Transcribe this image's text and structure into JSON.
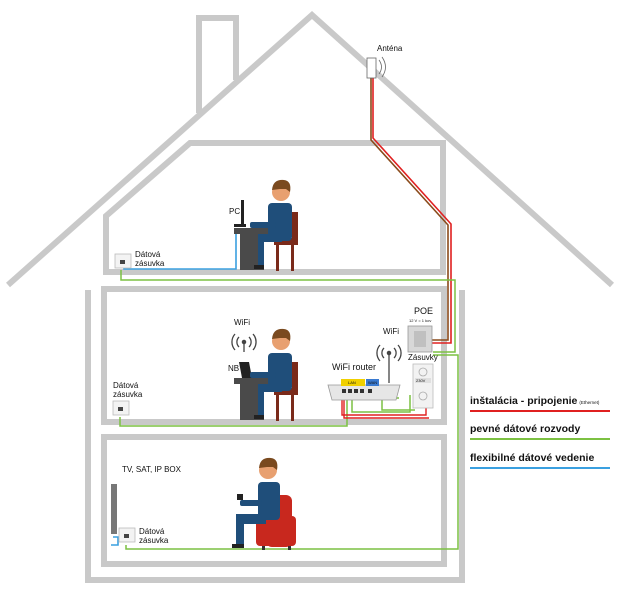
{
  "labels": {
    "antenna": "Anténa",
    "pc": "PC",
    "outlet_top_1": "Dátová",
    "outlet_top_2": "zásuvka",
    "wifi_nb": "WiFi",
    "nb": "NB",
    "wifi_router_top": "WiFi",
    "wifi_router": "WiFi router",
    "poe": "POE",
    "poe_spec": "12 V = 1 kov",
    "outlets": "Zásuvky",
    "outlet_230": "230V",
    "lan": "LAN",
    "wan": "WAN",
    "outlet_mid_1": "Dátová",
    "outlet_mid_2": "zásuvka",
    "tv_box": "TV, SAT, IP BOX",
    "outlet_bot_1": "Dátová",
    "outlet_bot_2": "zásuvka"
  },
  "legend": {
    "item1": "inštalácia - pripojenie",
    "item1_note": "(Ethernet)",
    "item2": "pevné dátové rozvody",
    "item3": "flexibilné dátové vedenie"
  },
  "colors": {
    "house_outline": "#c8c8c8",
    "install_line": "#e02020",
    "fixed_line": "#7cc142",
    "flexible_line": "#3aa0e0",
    "antenna_cable": "#8a4a1a",
    "person_shirt": "#1f4e7a",
    "person_skin": "#e8a070",
    "hair": "#7a4a1f",
    "desk": "#4a4a4a",
    "chair": "#7a2a1a",
    "armchair": "#c8281e",
    "lan_yellow": "#f0d000",
    "wan_blue": "#3a7ad0"
  }
}
